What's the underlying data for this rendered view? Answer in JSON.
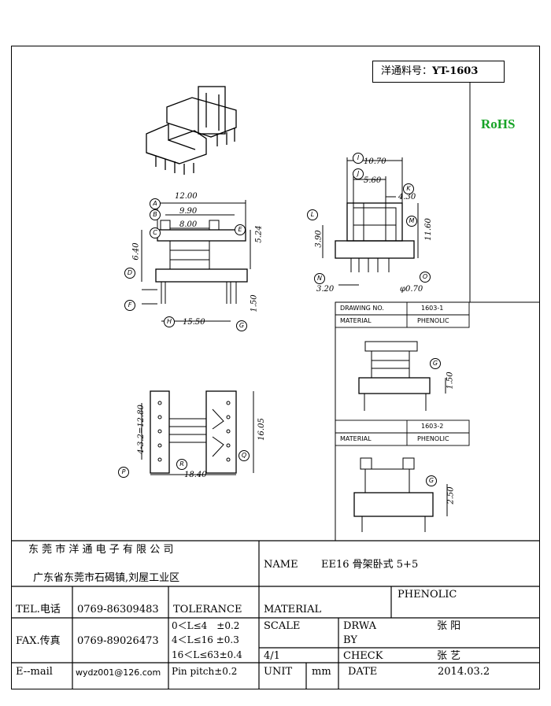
{
  "part_label": {
    "prefix": "洋通料号：",
    "code": "YT-1603"
  },
  "rohs": "RoHS",
  "dimensions": {
    "front": {
      "d12": "12.00",
      "d990": "9.90",
      "d8": "8.00",
      "d524": "5.24",
      "d640": "6.40",
      "d1550": "15.50",
      "d150": "1.50"
    },
    "side": {
      "d1070": "10.70",
      "d560": "5.60",
      "d430": "4.30",
      "d390": "3.90",
      "d1160": "11.60",
      "d320": "3.20",
      "dpin": "φ0.70"
    },
    "bottom": {
      "d1280": "4-3.2=12.80",
      "d1605": "16.05",
      "d1840": "18.40"
    },
    "letters": [
      "A",
      "B",
      "C",
      "D",
      "E",
      "F",
      "G",
      "H",
      "I",
      "J",
      "K",
      "L",
      "M",
      "N",
      "O",
      "P",
      "Q",
      "R"
    ]
  },
  "variant1": {
    "drawing_no_label": "DRAWING NO.",
    "drawing_no": "1603-1",
    "material_label": "MATERIAL",
    "material": "PHENOLIC",
    "dim": "1.50",
    "letter": "G"
  },
  "variant2": {
    "drawing_no": "1603-2",
    "material_label": "MATERIAL",
    "material": "PHENOLIC",
    "dim": "2.50",
    "letter": "G"
  },
  "title_block": {
    "company": "东 莞 市 洋 通 电 子 有 限 公 司",
    "address": "广东省东莞市石碣镇,刘屋工业区",
    "name_label": "NAME",
    "name_value": "EE16 骨架卧式 5+5",
    "tel_label": "TEL.电话",
    "tel": "0769-86309483",
    "fax_label": "FAX.传真",
    "fax": "0769-89026473",
    "email_label": "E--mail",
    "email": "wydz001@126.com",
    "tolerance_label": "TOLERANCE",
    "tol1": "0＜L≤4　±0.2",
    "tol2": "4＜L≤16 ±0.3",
    "tol3": "16＜L≤63±0.4",
    "tol4": "Pin pitch±0.2",
    "material_label": "MATERIAL",
    "material": "PHENOLIC",
    "scale_label": "SCALE",
    "scale": "4/1",
    "drawn_label1": "DRWA",
    "drawn_label2": "BY",
    "drawn_by": "张 阳",
    "check_label": "CHECK",
    "checked_by": "张 艺",
    "unit_label": "UNIT",
    "unit": "mm",
    "date_label": "DATE",
    "date": "2014.03.2"
  }
}
